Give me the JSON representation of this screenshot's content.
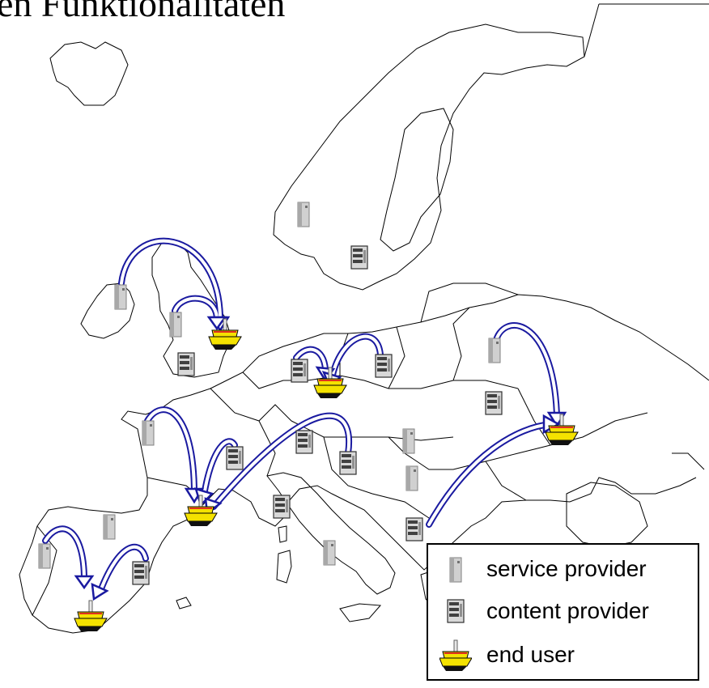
{
  "title": "en Funktionalitäten",
  "legend": {
    "items": [
      {
        "key": "service_provider",
        "label": "service provider",
        "icon": "tower-server-icon"
      },
      {
        "key": "content_provider",
        "label": "content provider",
        "icon": "rack-server-icon"
      },
      {
        "key": "end_user",
        "label": "end user",
        "icon": "boat-icon"
      }
    ]
  },
  "colors": {
    "arrow": "#1a1aa0",
    "arrow_fill": "#ffffff",
    "coast": "#000000",
    "boat_hull": "#f4e200",
    "boat_stripe": "#e03020"
  }
}
